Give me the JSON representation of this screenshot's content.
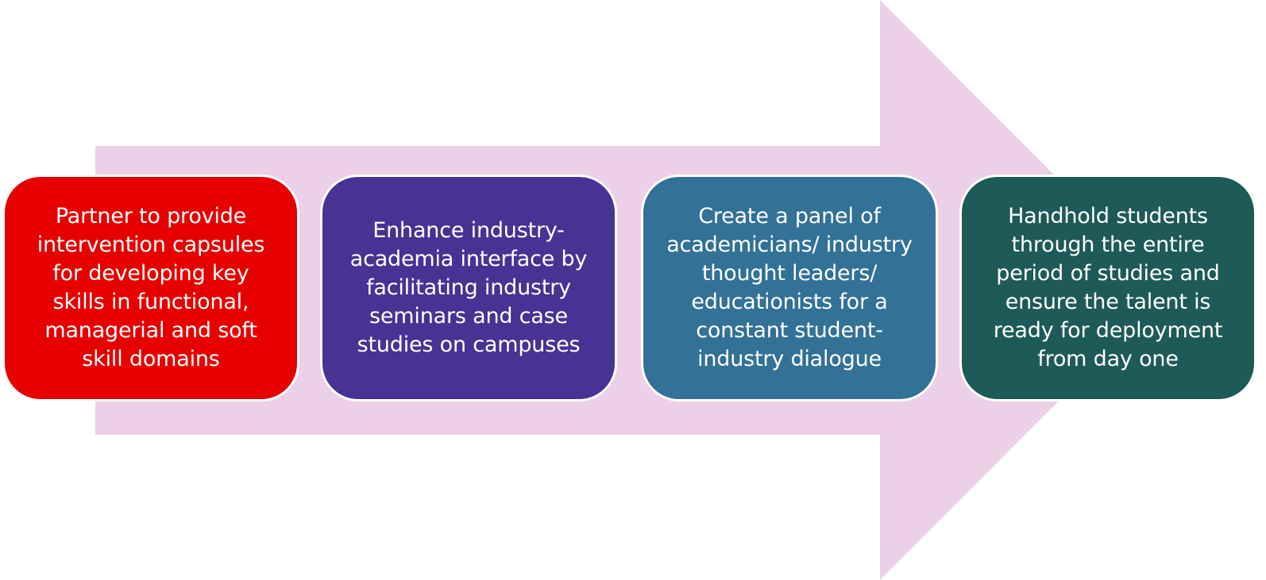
{
  "diagram": {
    "arrow_color": "#ebd0e8",
    "steps": [
      {
        "text": "Partner to provide\nintervention capsules\nfor developing key\nskills in  functional,\nmanagerial and soft\nskill domains",
        "color": "#e60000"
      },
      {
        "text": "Enhance industry-\nacademia interface by\nfacilitating industry\nseminars and case\nstudies on campuses",
        "color": "#473393"
      },
      {
        "text": "Create a panel of\nacademicians/ industry\nthought leaders/\neducationists for a\nconstant student-\nindustry dialogue",
        "color": "#337196"
      },
      {
        "text": "Handhold students\nthrough the entire\nperiod of studies and\nensure  the talent is\nready for deployment\nfrom day one",
        "color": "#1e5a57"
      }
    ]
  }
}
